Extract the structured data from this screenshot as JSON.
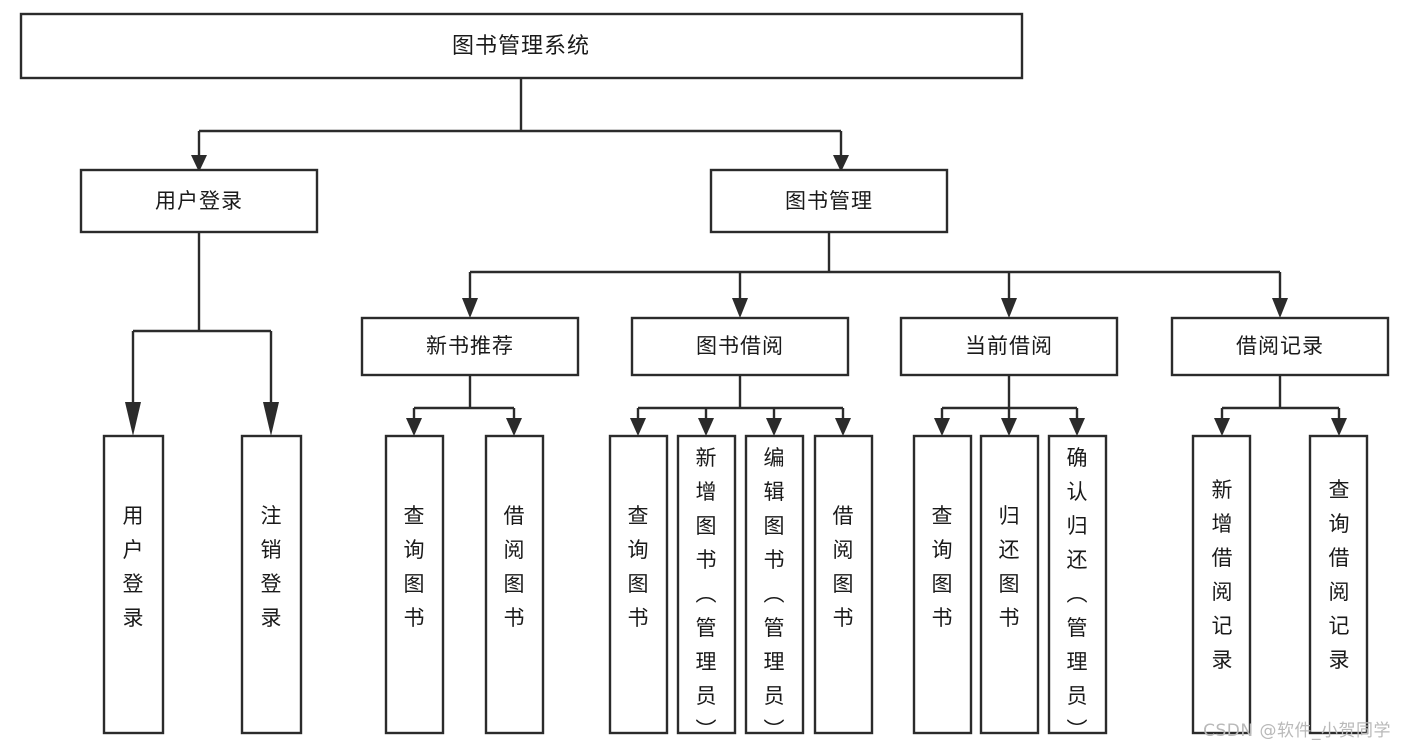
{
  "diagram": {
    "title": "图书管理系统",
    "type": "tree",
    "orientation": "top-down",
    "colors": {
      "box_stroke": "#2b2b2b",
      "box_fill": "#ffffff",
      "text": "#1a1a1a",
      "connector": "#2b2b2b",
      "background": "#ffffff",
      "watermark": "#b9b9b9"
    },
    "levels": {
      "root": "图书管理系统",
      "level2": [
        "用户登录",
        "图书管理"
      ],
      "level3": [
        "新书推荐",
        "图书借阅",
        "当前借阅",
        "借阅记录"
      ]
    },
    "nodes": {
      "root": {
        "label": "图书管理系统"
      },
      "user_login": {
        "label": "用户登录"
      },
      "book_manage": {
        "label": "图书管理"
      },
      "new_book_recommend": {
        "label": "新书推荐"
      },
      "book_borrow": {
        "label": "图书借阅"
      },
      "current_borrow": {
        "label": "当前借阅"
      },
      "borrow_record": {
        "label": "借阅记录"
      },
      "leaf_user_login": {
        "label": "用户登录"
      },
      "leaf_user_logout": {
        "label": "注销登录"
      },
      "leaf_rec_query_book": {
        "label": "查询图书"
      },
      "leaf_rec_borrow_book": {
        "label": "借阅图书"
      },
      "leaf_borrow_query_book": {
        "label": "查询图书"
      },
      "leaf_borrow_add_book": {
        "label": "新增图书（管理员）"
      },
      "leaf_borrow_edit_book": {
        "label": "编辑图书（管理员）"
      },
      "leaf_borrow_borrow_book": {
        "label": "借阅图书"
      },
      "leaf_cur_query_book": {
        "label": "查询图书"
      },
      "leaf_cur_return_book": {
        "label": "归还图书"
      },
      "leaf_cur_confirm_return": {
        "label": "确认归还（管理员）"
      },
      "leaf_rec_add_record": {
        "label": "新增借阅记录"
      },
      "leaf_rec_query_record": {
        "label": "查询借阅记录"
      }
    },
    "edges": [
      {
        "from": "root",
        "to": "user_login"
      },
      {
        "from": "root",
        "to": "book_manage"
      },
      {
        "from": "user_login",
        "to": "leaf_user_login"
      },
      {
        "from": "user_login",
        "to": "leaf_user_logout"
      },
      {
        "from": "book_manage",
        "to": "new_book_recommend"
      },
      {
        "from": "book_manage",
        "to": "book_borrow"
      },
      {
        "from": "book_manage",
        "to": "current_borrow"
      },
      {
        "from": "book_manage",
        "to": "borrow_record"
      },
      {
        "from": "new_book_recommend",
        "to": "leaf_rec_query_book"
      },
      {
        "from": "new_book_recommend",
        "to": "leaf_rec_borrow_book"
      },
      {
        "from": "book_borrow",
        "to": "leaf_borrow_query_book"
      },
      {
        "from": "book_borrow",
        "to": "leaf_borrow_add_book"
      },
      {
        "from": "book_borrow",
        "to": "leaf_borrow_edit_book"
      },
      {
        "from": "book_borrow",
        "to": "leaf_borrow_borrow_book"
      },
      {
        "from": "current_borrow",
        "to": "leaf_cur_query_book"
      },
      {
        "from": "current_borrow",
        "to": "leaf_cur_return_book"
      },
      {
        "from": "current_borrow",
        "to": "leaf_cur_confirm_return"
      },
      {
        "from": "borrow_record",
        "to": "leaf_rec_add_record"
      },
      {
        "from": "borrow_record",
        "to": "leaf_rec_query_record"
      }
    ]
  },
  "watermark": {
    "text": "CSDN @软件_小贺同学"
  }
}
